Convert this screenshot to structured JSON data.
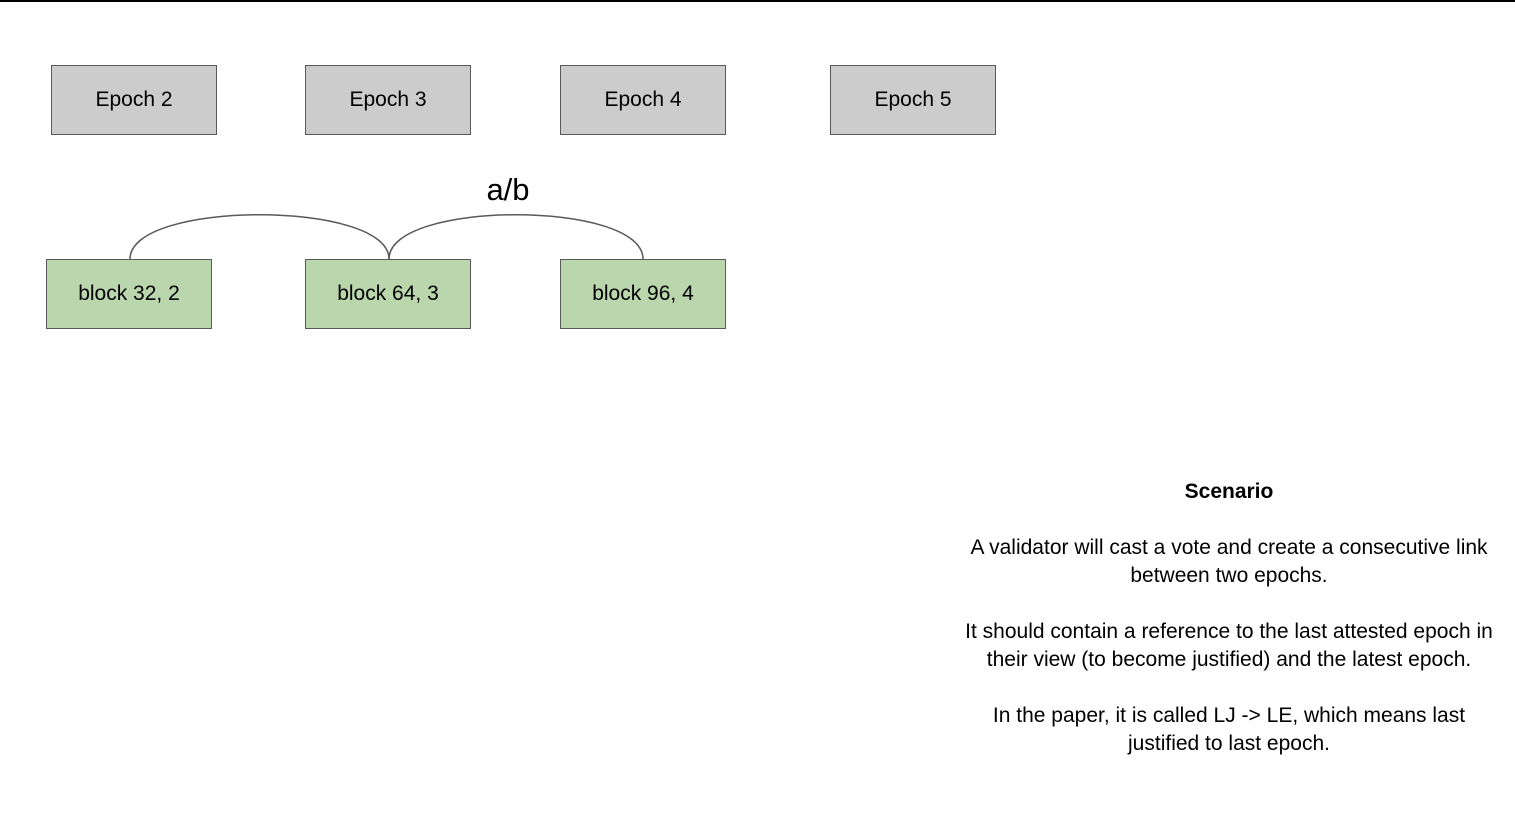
{
  "epochs": [
    {
      "label": "Epoch 2"
    },
    {
      "label": "Epoch 3"
    },
    {
      "label": "Epoch 4"
    },
    {
      "label": "Epoch 5"
    }
  ],
  "blocks": [
    {
      "label": "block 32, 2"
    },
    {
      "label": "block 64, 3"
    },
    {
      "label": "block 96, 4"
    }
  ],
  "link_label": "a/b",
  "scenario": {
    "title": "Scenario",
    "paragraphs": [
      "A validator will cast a vote and create a consecutive link between two epochs.",
      "It should contain a reference to the last attested epoch in their view (to become justified) and the latest epoch.",
      "In the paper, it is called LJ -> LE, which means last justified to last epoch."
    ]
  },
  "colors": {
    "epoch_fill": "#cccccc",
    "block_fill": "#b9d6ad",
    "border": "#595959"
  }
}
